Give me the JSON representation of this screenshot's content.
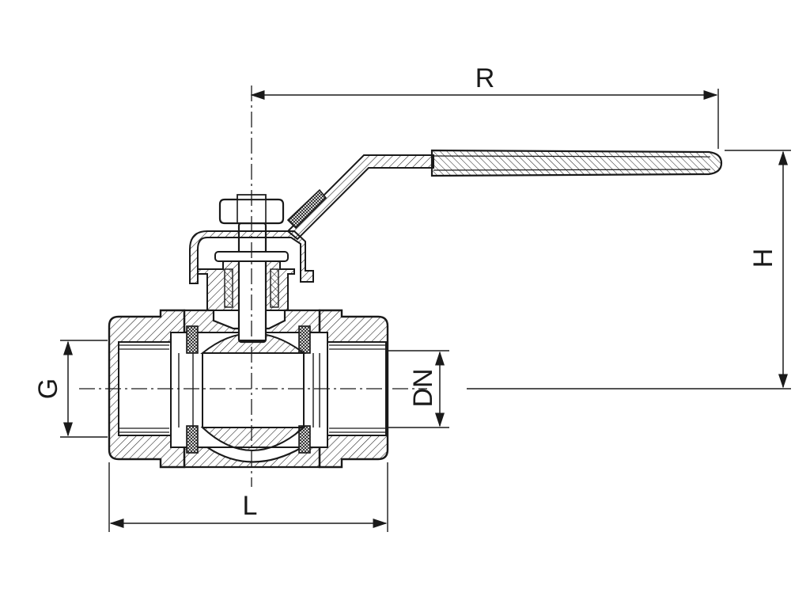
{
  "dimensions": {
    "R": "R",
    "H": "H",
    "G": "G",
    "DN": "DN",
    "L": "L"
  },
  "colors": {
    "ink": "#1a1a1a",
    "paper": "#ffffff"
  }
}
